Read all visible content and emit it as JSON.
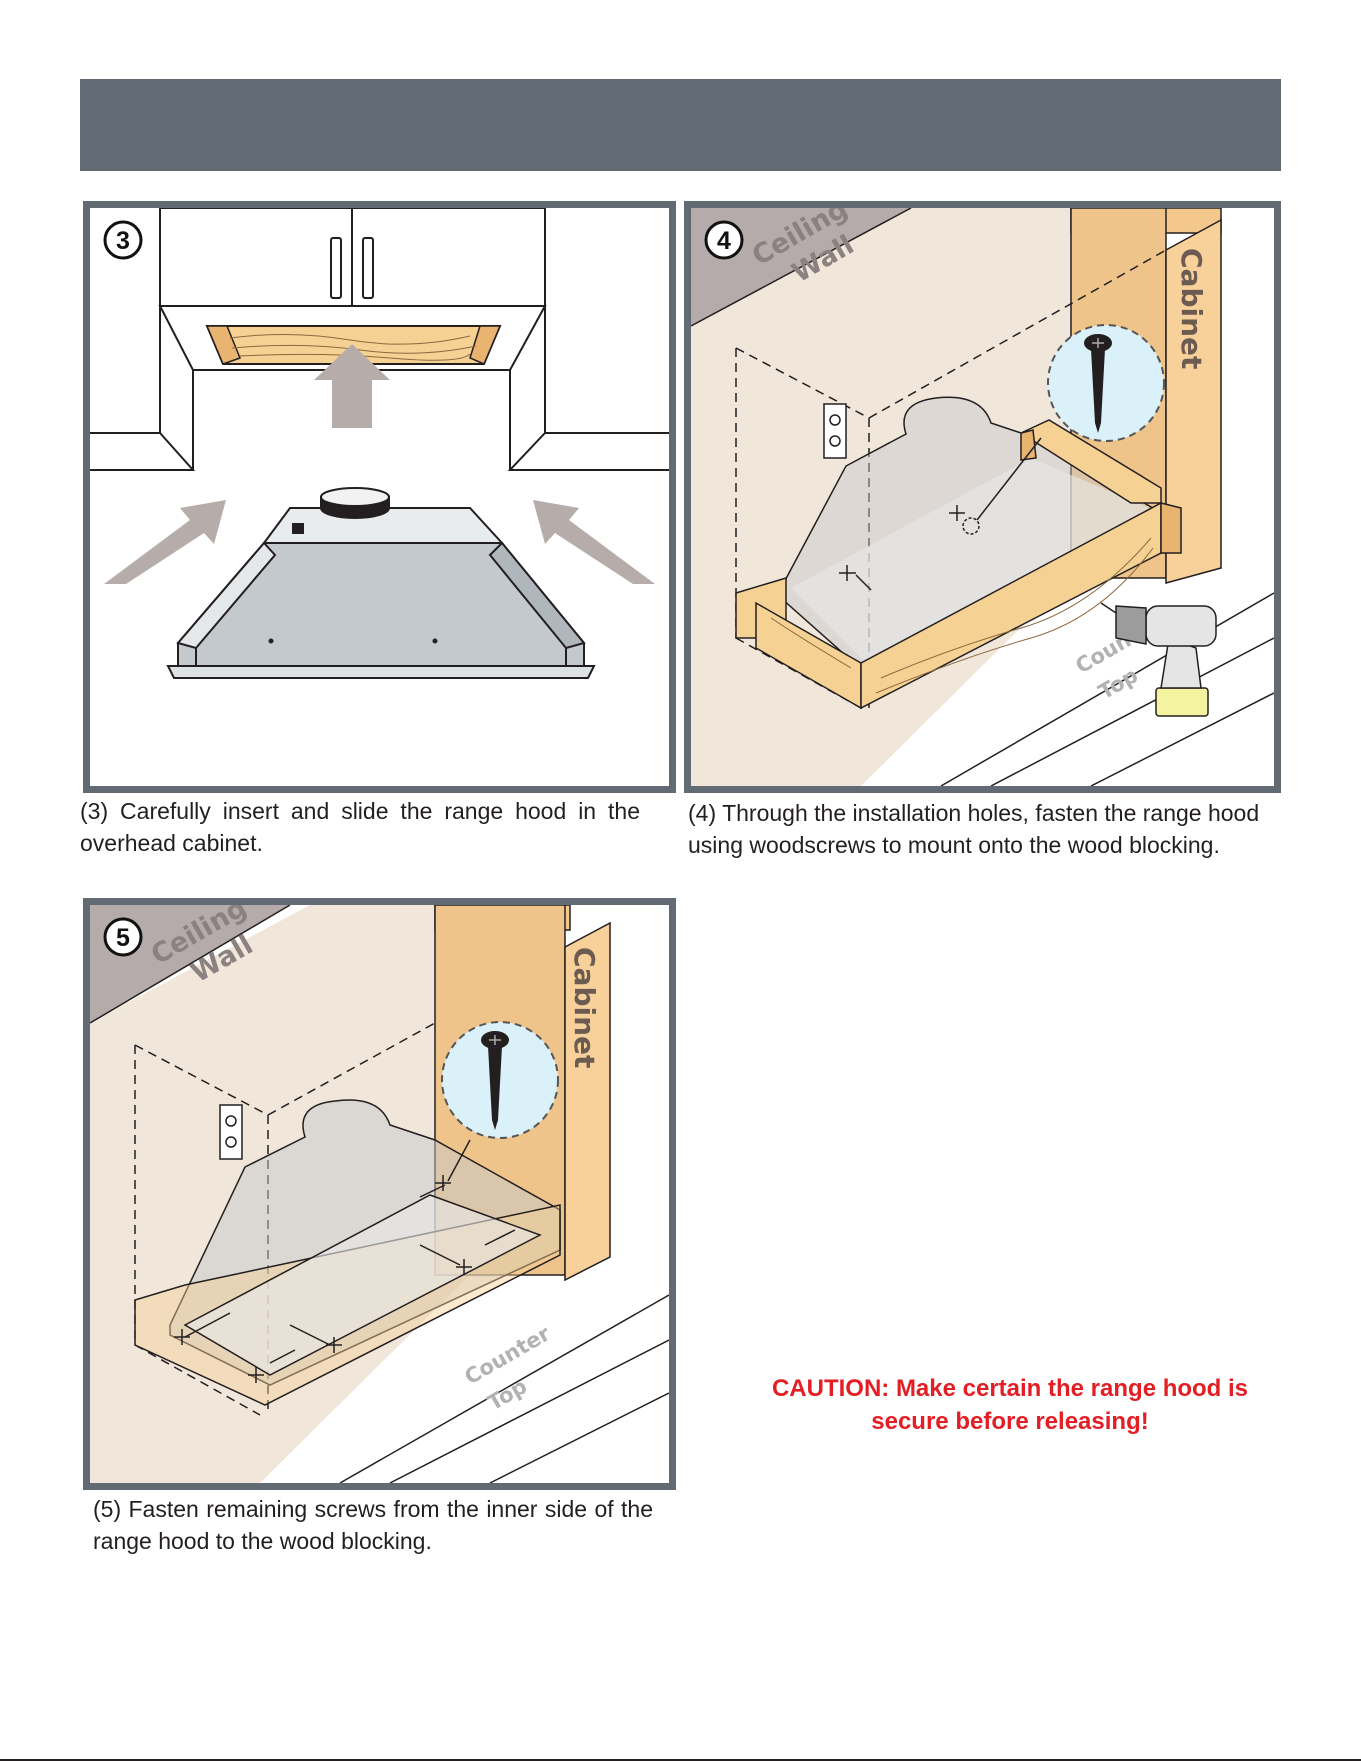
{
  "steps": {
    "s3": {
      "number": "3",
      "caption": "(3) Carefully insert and slide the range hood in the overhead cabinet."
    },
    "s4": {
      "number": "4",
      "caption": "(4) Through the installation holes, fasten  the range hood using  woodscrews to mount onto the wood blocking.",
      "labels": {
        "ceiling": "Ceiling",
        "wall": "Wall",
        "cabinet": "Cabinet",
        "counter": "Counter",
        "top": "Top"
      }
    },
    "s5": {
      "number": "5",
      "caption": "(5) Fasten remaining screws from the inner side of the range hood to the wood blocking.",
      "labels": {
        "ceiling": "Ceiling",
        "wall": "Wall",
        "cabinet": "Cabinet",
        "counter": "Counter",
        "top": "Top"
      }
    }
  },
  "caution": {
    "line1": "CAUTION: Make certain the range hood is",
    "line2": "secure before releasing!"
  },
  "colors": {
    "header": "#626b74",
    "panel_border": "#626b74",
    "wall": "#f1e6da",
    "ceiling": "#b4abaa",
    "cabinet": "#f4c88c",
    "wood": "#f6d194",
    "screw_bubble": "#daf1fa",
    "hood": "#c3c9cd",
    "arrow": "#b6adaa",
    "caution": "#e31e24"
  },
  "icons": [
    "screw-icon",
    "drill-icon",
    "outlet-icon",
    "arrow-up-icon",
    "arrow-diagonal-icon"
  ]
}
